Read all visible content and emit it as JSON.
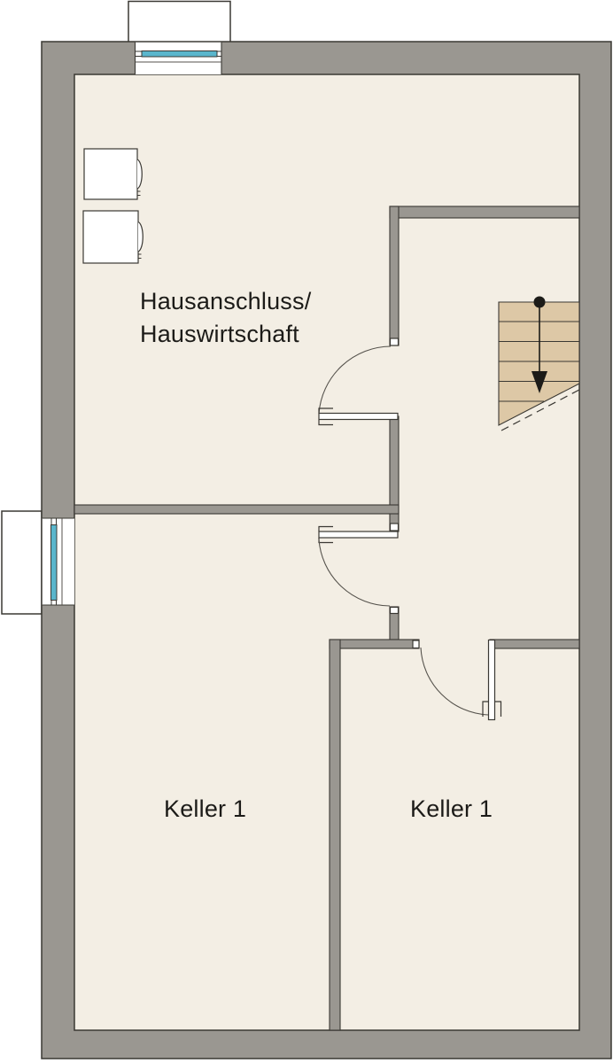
{
  "plan_type": "basement-floor-plan",
  "rooms": {
    "hausanschluss": {
      "label_line1": "Hausanschluss/",
      "label_line2": "Hauswirtschaft"
    },
    "keller_left": {
      "label": "Keller 1"
    },
    "keller_right": {
      "label": "Keller 1"
    }
  },
  "stair": {
    "direction": "down",
    "icon": "stair-direction-arrow-down",
    "visible_step_lines": 6
  },
  "windows": {
    "count": 2,
    "positions": [
      "top-wall",
      "left-wall"
    ],
    "symbol": "glazing-bar-with-light-well"
  },
  "doors": {
    "count": 3,
    "symbol": "quarter-circle-swing"
  },
  "appliances": {
    "count": 2,
    "symbol": "white-box-with-handle"
  },
  "colors": {
    "bg": "#ffffff",
    "wall": "#9a9791",
    "floor": "#f3eee4",
    "stair": "#ddc8a6",
    "glazing": "#5ab6cc",
    "line": "#3a3833",
    "thinline": "#55524c",
    "text": "#1c1b18"
  }
}
